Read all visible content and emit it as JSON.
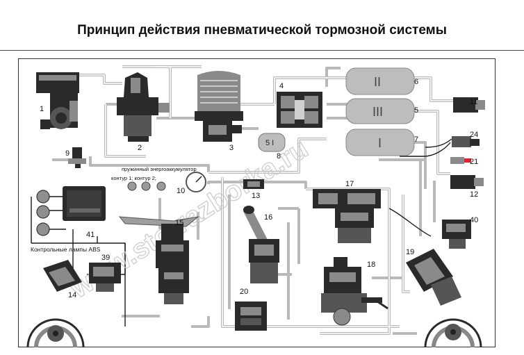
{
  "title": "Принцип действия пневматической тормозной системы",
  "watermark": "www.sto-razborka.ru",
  "labels": {
    "spring_accumulator": "пружинный энергоаккумулятор",
    "circuits": "контур 1; контур 2;",
    "abs_lamps": "Контрольные лампы ABS",
    "tank_ii": "II",
    "tank_iii": "III",
    "tank_i": "I",
    "tank_5i": "5 I"
  },
  "numbers": {
    "n1": "1",
    "n2": "2",
    "n3": "3",
    "n4": "4",
    "n5": "5",
    "n6": "6",
    "n7": "7",
    "n8": "8",
    "n9": "9",
    "n10": "10",
    "n11": "11",
    "n12": "12",
    "n13": "13",
    "n14": "14",
    "n15": "15",
    "n16": "16",
    "n17": "17",
    "n18": "18",
    "n19": "19",
    "n20": "20",
    "n21": "21",
    "n24": "24",
    "n39": "39",
    "n40": "40",
    "n41": "41"
  },
  "colors": {
    "pipe": "#b9b9b9",
    "pipe_dark": "#1a1a1a",
    "component_dark": "#2a2a2a",
    "component_mid": "#8a8a8a",
    "tank": "#bdbdbd",
    "lamp": "#8f8f8f",
    "watermark": "#c8c8c8"
  }
}
